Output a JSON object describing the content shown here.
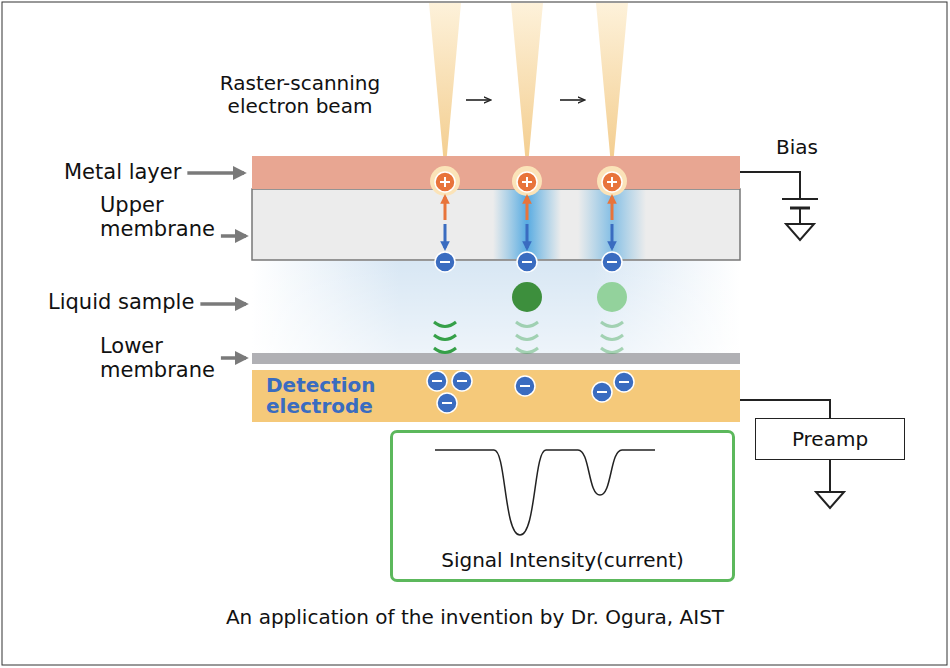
{
  "diagram": {
    "caption": "An application of the invention by Dr. Ogura, AIST",
    "nodes": [
      {
        "text": [
          "Detection electrode"
        ]
      },
      {
        "text": [
          "Preamp"
        ]
      },
      {
        "text": [
          "Signal Intensity(current)"
        ]
      }
    ],
    "edges": [
      {
        "from": 0,
        "to": 1,
        "arrow": "none"
      }
    ],
    "labels": [
      "Raster-scanning electron beam",
      "Bias",
      "Metal layer",
      "Upper membrane",
      "Liquid sample",
      "Lower membrane"
    ]
  }
}
